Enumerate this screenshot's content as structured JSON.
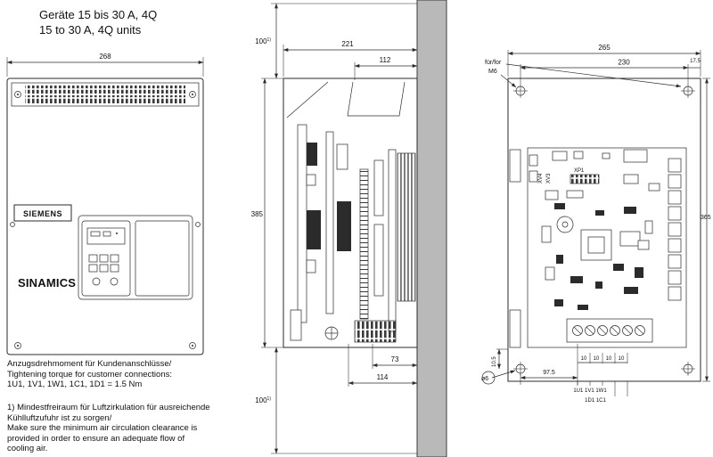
{
  "title": {
    "line1": "Geräte 15 bis 30 A, 4Q",
    "line2": "15 to 30 A, 4Q units"
  },
  "front_view": {
    "brand": "SIEMENS",
    "product": "SINAMICS",
    "dim_width": "268"
  },
  "side_view": {
    "dim_width": "221",
    "dim_top_inner": "112",
    "dim_height": "385",
    "dim_clearance_top": "100",
    "dim_clearance_bottom": "100",
    "footnote_marker": "1)",
    "dim_bottom_inner": "73",
    "dim_bottom_width": "114"
  },
  "rear_view": {
    "dim_width": "265",
    "dim_hole_spacing": "230",
    "dim_edge_offset": "17.5",
    "dim_height": "365",
    "dim_bottom_offset": "10.5",
    "dim_hole_to_terminal": "97.5",
    "dim_terminal_pitch": [
      "10",
      "10",
      "10",
      "10"
    ],
    "label_m6_line1": "für/for",
    "label_m6_line2": "M6",
    "label_xv4": "XV4",
    "label_xv3": "XV3",
    "label_xp1": "XP1",
    "label_hole_dia": "ø6",
    "terminal_labels_row1": "1U1 1V1 1W1",
    "terminal_labels_row2": "1D1 1C1"
  },
  "annotations": {
    "torque_de": "Anzugsdrehmoment für Kundenanschlüsse/",
    "torque_en": "Tightening torque for customer connections:",
    "torque_values": "1U1, 1V1, 1W1, 1C1, 1D1 = 1.5 Nm",
    "footnote_line1": "1) Mindestfreiraum für Luftzirkulation für ausreichende",
    "footnote_line2": "Kühlluftzufuhr ist zu sorgen/",
    "footnote_line3": "Make sure the minimum air circulation clearance is",
    "footnote_line4": "provided in order to ensure an adequate flow of",
    "footnote_line5": "cooling air."
  },
  "colors": {
    "wall_gray": "#b9b9b9",
    "line": "#2b2b2b"
  }
}
